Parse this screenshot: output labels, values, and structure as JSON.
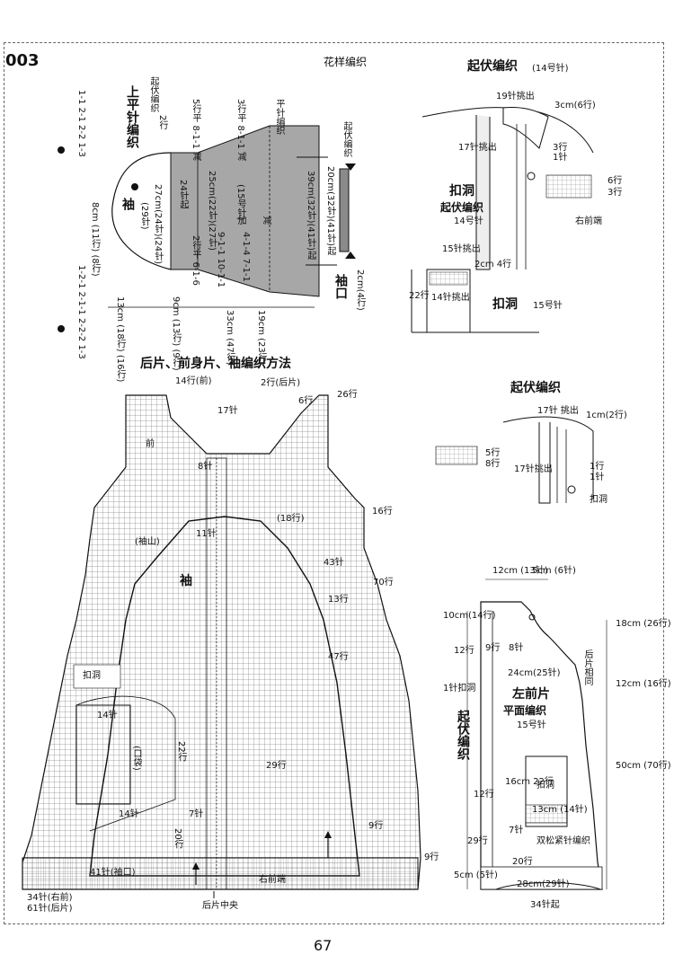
{
  "page": {
    "label": "003",
    "number": "67"
  },
  "top_left": {
    "pattern_title": "花样编织",
    "sleeve_label": "袖",
    "upper_stockinette": "上平针编织",
    "raised_knit": "起伏编织",
    "flat_knit": "平针编织",
    "needle_15": "(15号针)",
    "cuff_label": "袖口",
    "rows_2": "2行",
    "cm20": "20cm(32针)(41针)起",
    "cm39": "39cm(32针)(41针)起",
    "cm27": "27cm(24针)(24针)",
    "st29": "(29针)",
    "st24": "24针起",
    "cm25": "25cm(22针)(27针)",
    "cm8": "8cm (11行) (8行)",
    "cm13": "13cm (18行) (16行)",
    "cm9": "9cm (13行) (9行)",
    "cm33": "33cm (47行)",
    "cm19": "19cm (23行)",
    "cm2": "2cm(4行)",
    "inc1": "5行平 8-1-1 减",
    "inc2": "3行平 8-1-1 减",
    "dec_a": "2行平 6-1-6",
    "dec_b": "9-1-1 10-1-1",
    "dec_c": "4-1-4 7-1-1",
    "plus": "加",
    "minus": "减",
    "seq1": "1-1 2-1 2-2 1-3",
    "seq2": "1-2-1 2-1-1 2-2-2 1-3"
  },
  "top_right": {
    "title": "起伏编织",
    "needle_note": "(14号针)",
    "pick19": "19针挑出",
    "cm3": "3cm(6行)",
    "pick17": "17针挑出",
    "r3": "3行",
    "r1": "1针",
    "buttonhole": "扣洞",
    "raised": "起伏编织",
    "n14": "14号针",
    "rows6": "6行",
    "rows3": "3行",
    "right_front": "右前端",
    "pick15": "15针挑出",
    "cm2": "2cm 4行",
    "r22": "22行",
    "pick14": "14针挑出",
    "buttonhole2": "扣洞",
    "n15": "15号针"
  },
  "main_chart": {
    "title": "后片、前身片、袖编织方法",
    "r14front": "14行(前)",
    "r2back": "2行(后片)",
    "r26": "26行",
    "s17": "17针",
    "s6": "6行",
    "front": "前",
    "s8": "8针",
    "r16": "16行",
    "r18": "(18行)",
    "s11": "11针",
    "sleeve_cap": "(袖山)",
    "sleeve": "袖",
    "s43": "43针",
    "r70": "70行",
    "r13": "13行",
    "r47": "47行",
    "buttonhole": "扣洞",
    "s14a": "14针",
    "pocket": "(口袋)",
    "r22": "22行",
    "r29": "29行",
    "s14b": "14针",
    "s7": "7针",
    "r20": "20行",
    "r9a": "9行",
    "r9b": "9行",
    "s41": "41针(袖口)",
    "right_front": "右前端",
    "st34": "34针(右前)",
    "st61": "61针(后片)",
    "back_center": "后片中央",
    "one": "1"
  },
  "mid_right": {
    "title": "起伏编织",
    "pick17": "17针 挑出",
    "cm1": "1cm(2行)",
    "pick17b": "17针挑出",
    "r1": "1行",
    "r1b": "1针",
    "buttonhole": "扣洞",
    "r5": "5行",
    "r8": "8行"
  },
  "schematic": {
    "cm12": "12cm (13针)",
    "cm5": "5cm (6针)",
    "cm10": "10cm(14行)",
    "r12": "12行",
    "s9": "9行",
    "s8": "8针",
    "cm18": "18cm (26行)",
    "back_same": "后片相同",
    "cm24": "24cm(25针)",
    "pick1": "1针扣洞",
    "left_front": "左前片",
    "flat_knit": "平面编织",
    "n15": "15号针",
    "raised": "起伏编织",
    "cm12b": "12cm (16行)",
    "cm16": "16cm 22行",
    "pocket": "扣洞",
    "cm50": "50cm (70行)",
    "r12b": "12行",
    "cm13": "13cm (14针)",
    "s7": "7针",
    "double_rib": "双松紧针编织",
    "r29": "29行",
    "r20": "20行",
    "cm5b": "5cm (5针)",
    "cm28": "28cm(29针)",
    "st34": "34针起"
  },
  "colors": {
    "ink": "#111111",
    "shade": "#a0a0a0",
    "grid": "#555555"
  }
}
